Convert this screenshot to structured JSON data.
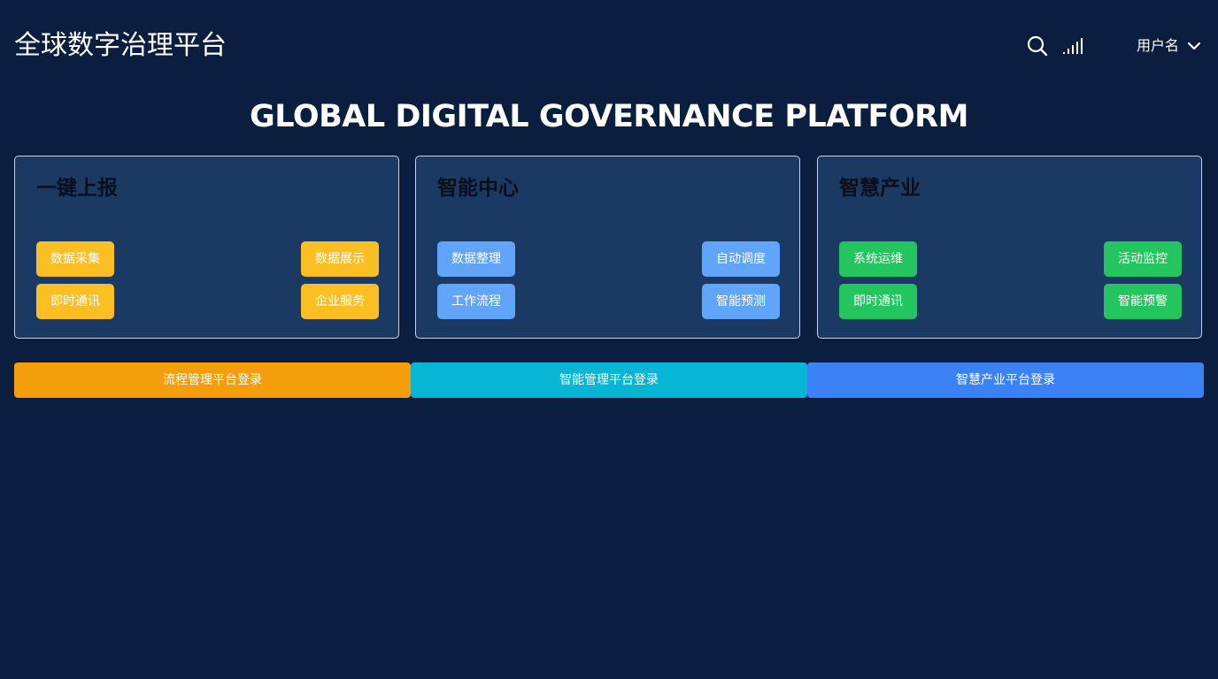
{
  "header": {
    "app_title": "全球数字治理平台",
    "user_name": "用户名",
    "icons": [
      "search-icon",
      "signal-icon",
      "chevron-down-icon"
    ]
  },
  "hero": {
    "title": "GLOBAL DIGITAL GOVERNANCE PLATFORM"
  },
  "cards": [
    {
      "title": "一键上报",
      "color": "#fbbf24",
      "buttons": [
        "数据采集",
        "数据展示",
        "即时通讯",
        "企业服务"
      ]
    },
    {
      "title": "智能中心",
      "color": "#60a5fa",
      "buttons": [
        "数据整理",
        "自动调度",
        "工作流程",
        "智能预测"
      ]
    },
    {
      "title": "智慧产业",
      "color": "#22c55e",
      "buttons": [
        "系统运维",
        "活动监控",
        "即时通讯",
        "智能预警"
      ]
    }
  ],
  "login_buttons": [
    {
      "label": "流程管理平台登录",
      "color": "#f59e0b"
    },
    {
      "label": "智能管理平台登录",
      "color": "#06b6d4"
    },
    {
      "label": "智慧产业平台登录",
      "color": "#3b82f6"
    }
  ],
  "colors": {
    "background": "#0b1e40",
    "card_background": "#1b3a63",
    "card_border": "#c9d3e2",
    "card_title": "#0a0f1c"
  }
}
